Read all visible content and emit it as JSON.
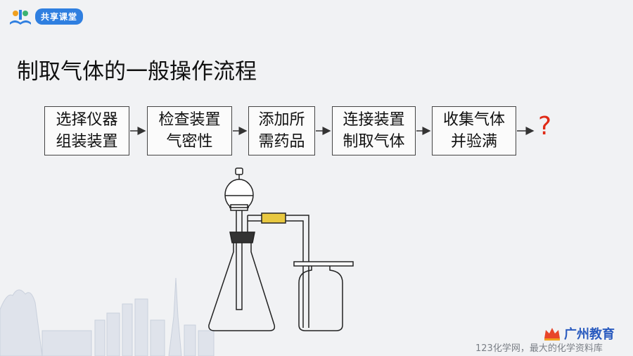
{
  "brand": {
    "badge": "共享课堂"
  },
  "title": "制取气体的一般操作流程",
  "steps": [
    {
      "line1": "选择仪器",
      "line2": "组装装置"
    },
    {
      "line1": "检查装置",
      "line2": "气密性"
    },
    {
      "line1": "添加所",
      "line2": "需药品"
    },
    {
      "line1": "连接装置",
      "line2": "制取气体"
    },
    {
      "line1": "收集气体",
      "line2": "并验满"
    }
  ],
  "question_mark": "?",
  "footer": {
    "logo_text": "广州教育",
    "watermark": "123化学网，最大的化学资料库"
  },
  "colors": {
    "accent": "#2f7fe0",
    "question": "#e02a16",
    "tube_connector": "#e8c840"
  }
}
